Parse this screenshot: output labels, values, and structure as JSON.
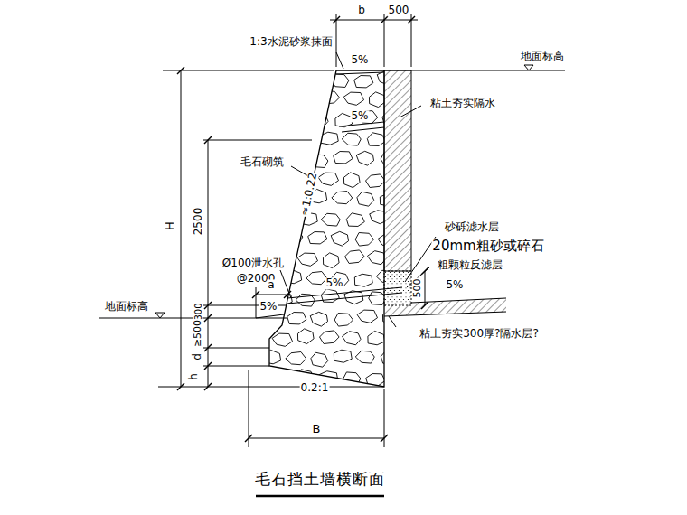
{
  "diagram": {
    "title": "毛石挡土墙横断面",
    "labels": [
      "1:3水泥砂浆抹面",
      "b",
      "500",
      "5%",
      "地面标高",
      "粘土夯实隔水",
      "5%",
      "H",
      "毛石砌筑",
      "2500",
      "≈1:0.22",
      "砂砾滤水层",
      "20mm粗砂或碎石",
      "Ø100泄水孔",
      "@2000",
      "粗颗粒反滤层",
      "a",
      "500",
      "5%",
      "5%",
      "地面标高",
      "300",
      "5%",
      "≥500",
      "d",
      "h",
      "粘土夯实300厚?隔水层?",
      "0.2:1",
      "B"
    ]
  }
}
